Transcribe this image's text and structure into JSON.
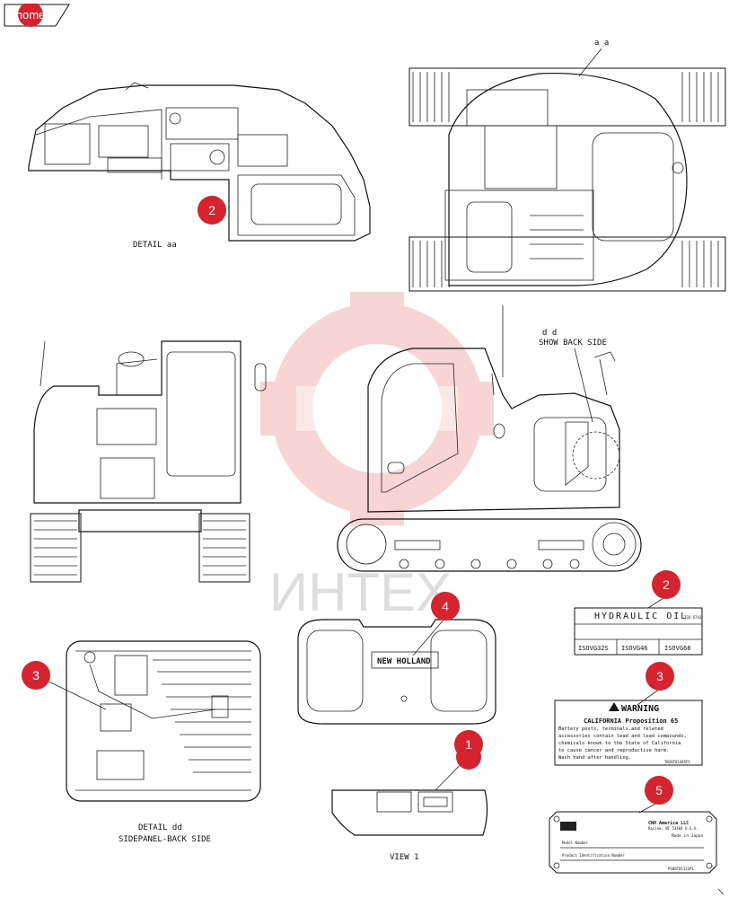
{
  "nav": {
    "home_label": "home"
  },
  "watermark": {
    "text": "ИНТЕХ"
  },
  "labels": {
    "detail_aa": "DETAIL aa",
    "aa": "a a",
    "dd": "d d",
    "show_back_side": "SHOW BACK SIDE",
    "detail_dd": "DETAIL dd",
    "sidepanel_back_side": "SIDEPANEL-BACK SIDE",
    "view1": "VIEW 1"
  },
  "callouts": {
    "c_top_left": "2",
    "c_right_2": "2",
    "c_left_3": "3",
    "c_right_3": "3",
    "c_center_4": "4",
    "c_view1_1": "1",
    "c_right_5": "5"
  },
  "decals": {
    "hydraulic_oil": {
      "title": "HYDRAULIC OIL",
      "code": "ISO 6743",
      "grades": [
        "ISOVG32S",
        "ISOVG46",
        "ISOVG68"
      ]
    },
    "warning": {
      "header": "WARNING",
      "line1": "CALIFORNIA Proposition 65",
      "line2": "Battery posts, terminals,and related",
      "line3": "accessories contain lead and lead compounds,",
      "line4": "chemicals known to the State of California",
      "line5": "to cause cancer and reproductive harm.",
      "line6": "Wash hand after handling.",
      "part": "YN20T01485P1"
    },
    "nameplate": {
      "company": "CNH America LLC",
      "city": "Racine, WI 53404 U.S.A.",
      "made_in": "Made in Japan",
      "model_label": "Model Number",
      "serial_label": "Product Identification Number",
      "part": "PS00T01123P1"
    },
    "new_holland": "NEW HOLLAND"
  },
  "colors": {
    "callout": "#d6242e",
    "watermark": "#e04040"
  }
}
